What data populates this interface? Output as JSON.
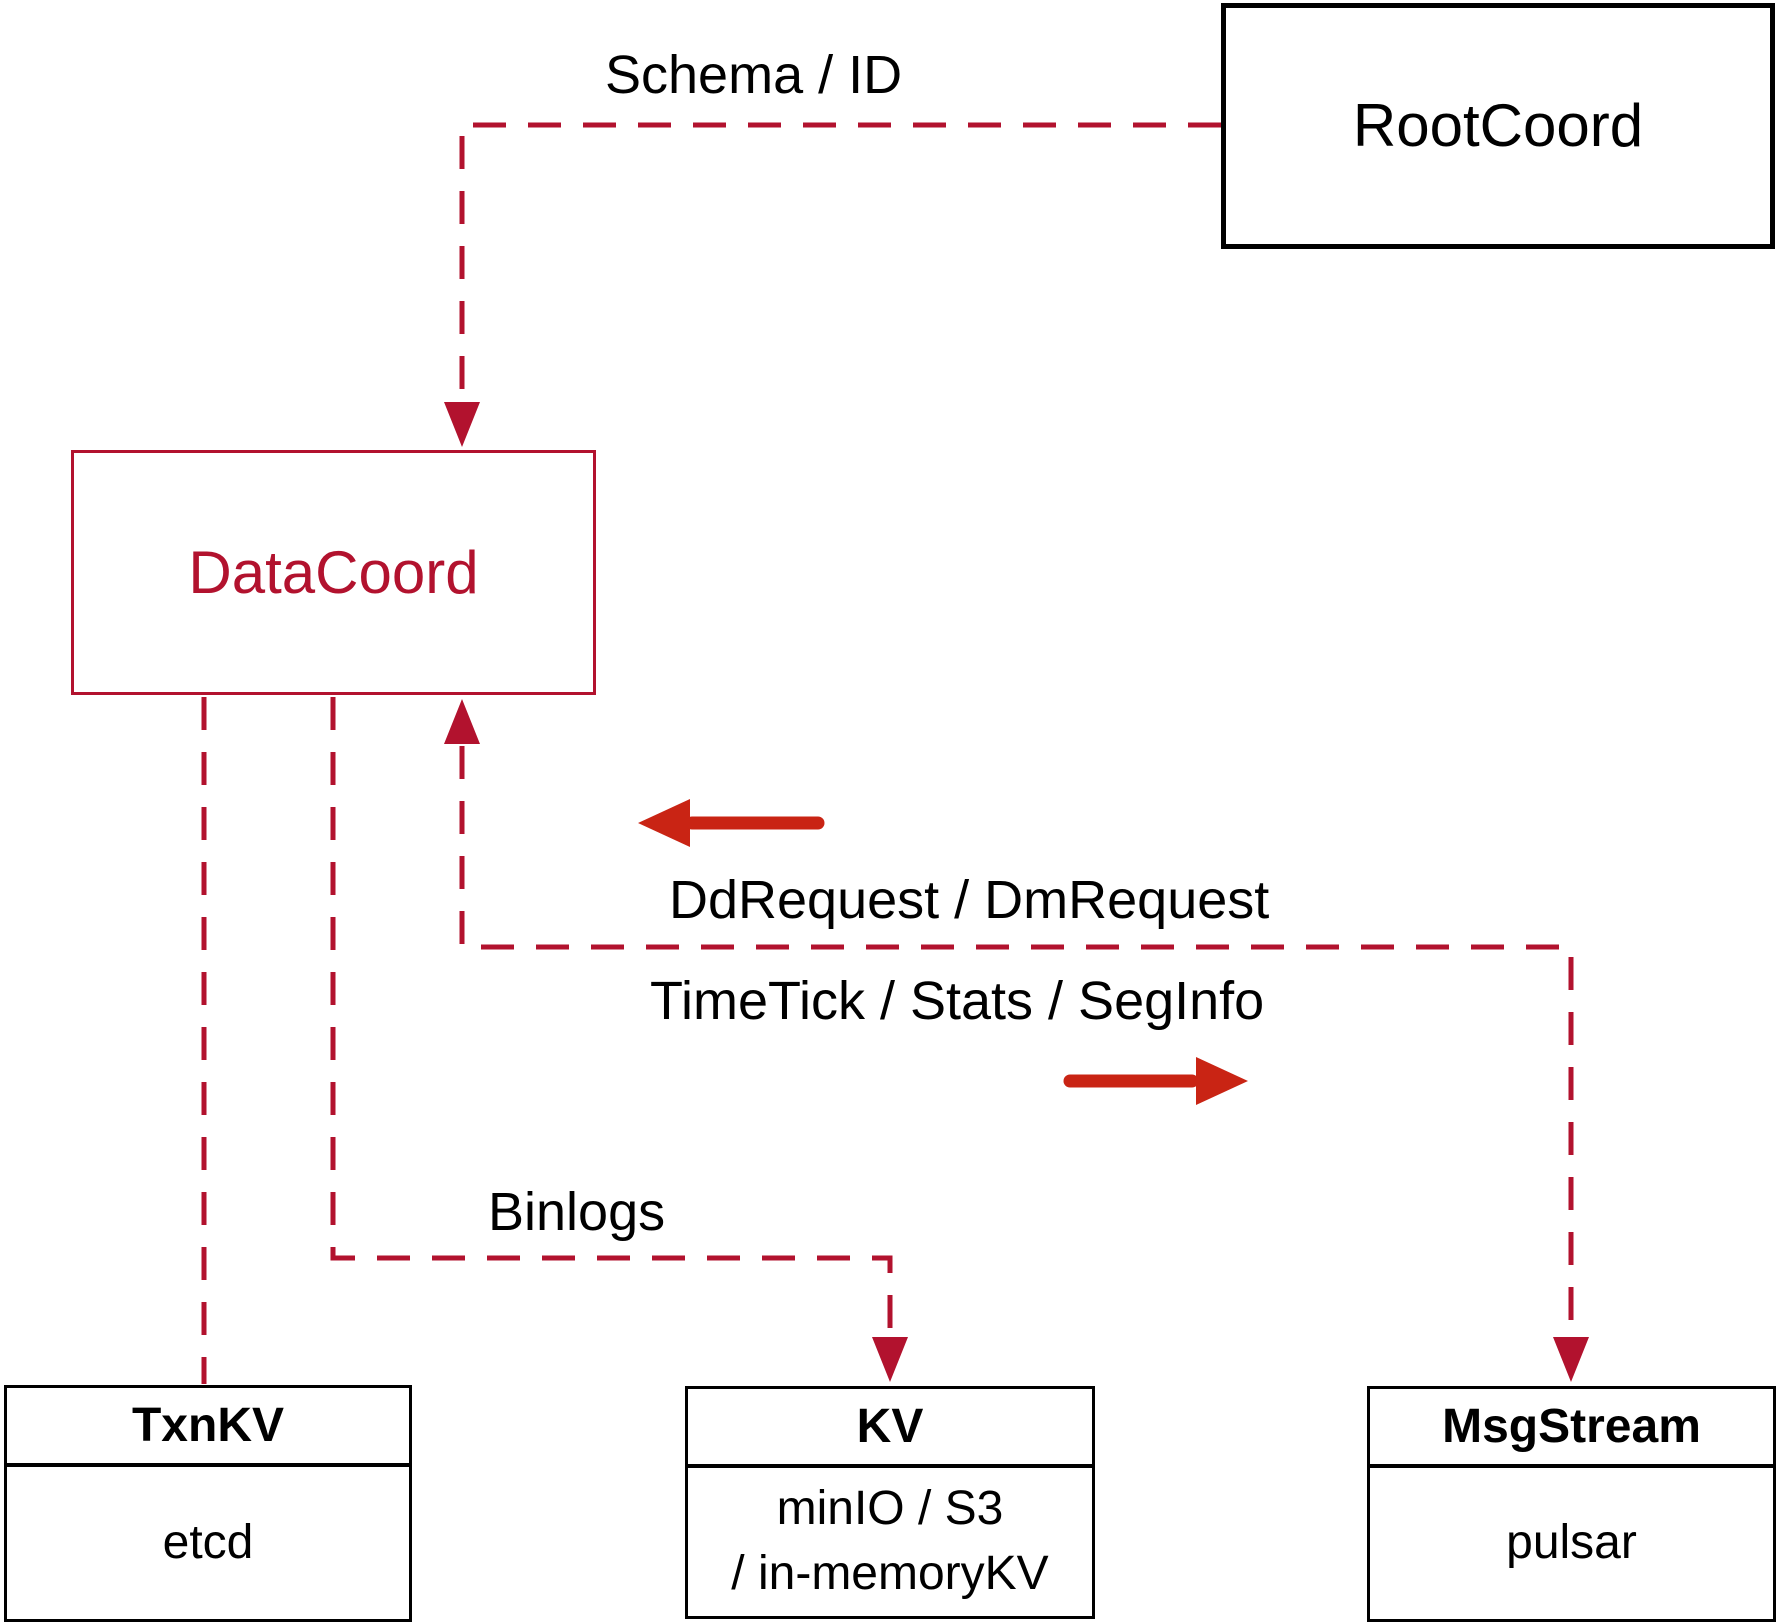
{
  "diagram": {
    "nodes": {
      "rootcoord": {
        "label": "RootCoord"
      },
      "datacoord": {
        "label": "DataCoord"
      },
      "txnkv": {
        "title": "TxnKV",
        "subtitle": "etcd"
      },
      "kv": {
        "title": "KV",
        "subtitle_line1": "minIO / S3",
        "subtitle_line2": "/ in-memoryKV"
      },
      "msgstream": {
        "title": "MsgStream",
        "subtitle": "pulsar"
      }
    },
    "edge_labels": {
      "schema_id": "Schema / ID",
      "dd_request": "DdRequest / DmRequest",
      "time_tick": "TimeTick / Stats / SegInfo",
      "binlogs": "Binlogs"
    },
    "colors": {
      "dashed_line": "#b2122e",
      "solid_arrow": "#c92414",
      "box_border_black": "#000000",
      "text_black": "#000000",
      "background": "#ffffff"
    }
  }
}
